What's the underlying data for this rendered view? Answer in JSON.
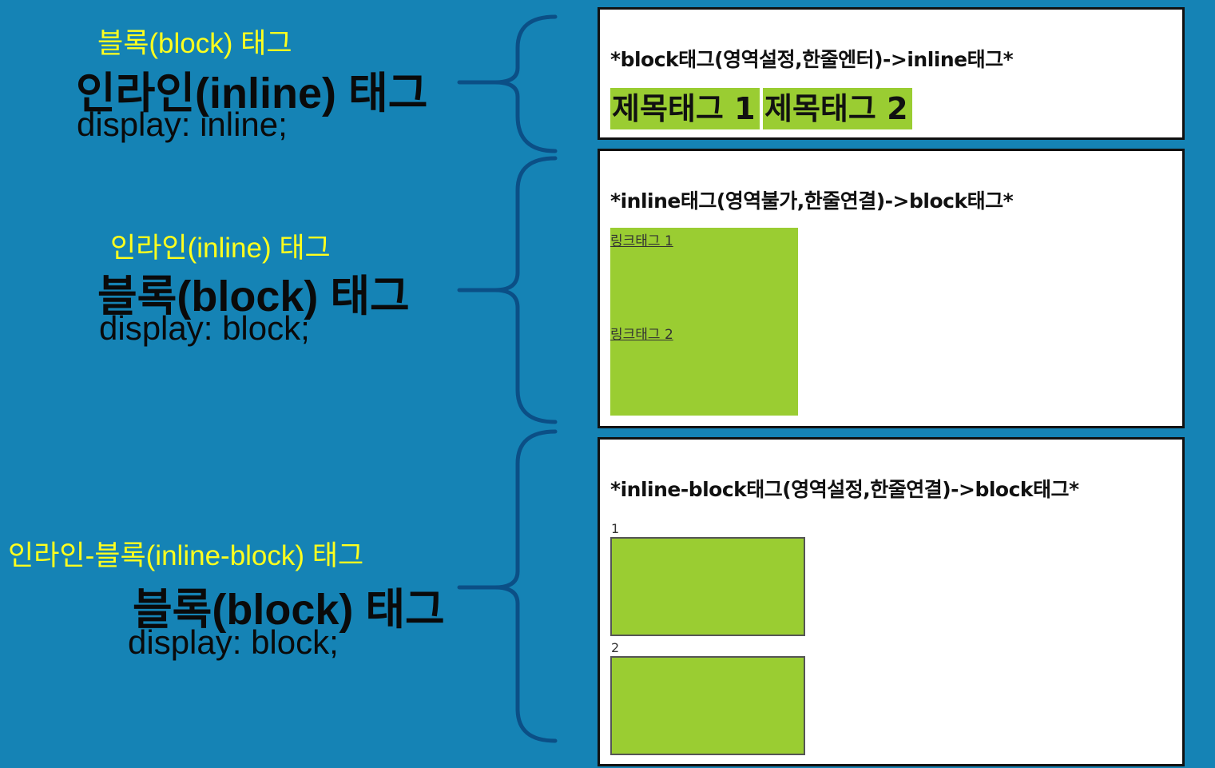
{
  "sections": [
    {
      "original": "블록(block) 태그",
      "changed": "인라인(inline) 태그",
      "css": "display: inline;"
    },
    {
      "original": "인라인(inline) 태그",
      "changed": "블록(block) 태그",
      "css": "display: block;"
    },
    {
      "original": "인라인-블록(inline-block) 태그",
      "changed": "블록(block) 태그",
      "css": "display: block;"
    }
  ],
  "panels": [
    {
      "title": "*block태그(영역설정,한줄엔터)->inline태그*",
      "headings": [
        "제목태그 1",
        "제목태그 2"
      ]
    },
    {
      "title": "*inline태그(영역불가,한줄연결)->block태그*",
      "links": [
        "링크태그 1",
        "링크태그 2"
      ]
    },
    {
      "title": "*inline-block태그(영역설정,한줄연결)->block태그*",
      "items": [
        "1",
        "2"
      ]
    }
  ],
  "colors": {
    "background": "#1583b5",
    "highlight_text": "#ffff1e",
    "box_fill": "#9acd32",
    "brace": "#0b4f86"
  }
}
